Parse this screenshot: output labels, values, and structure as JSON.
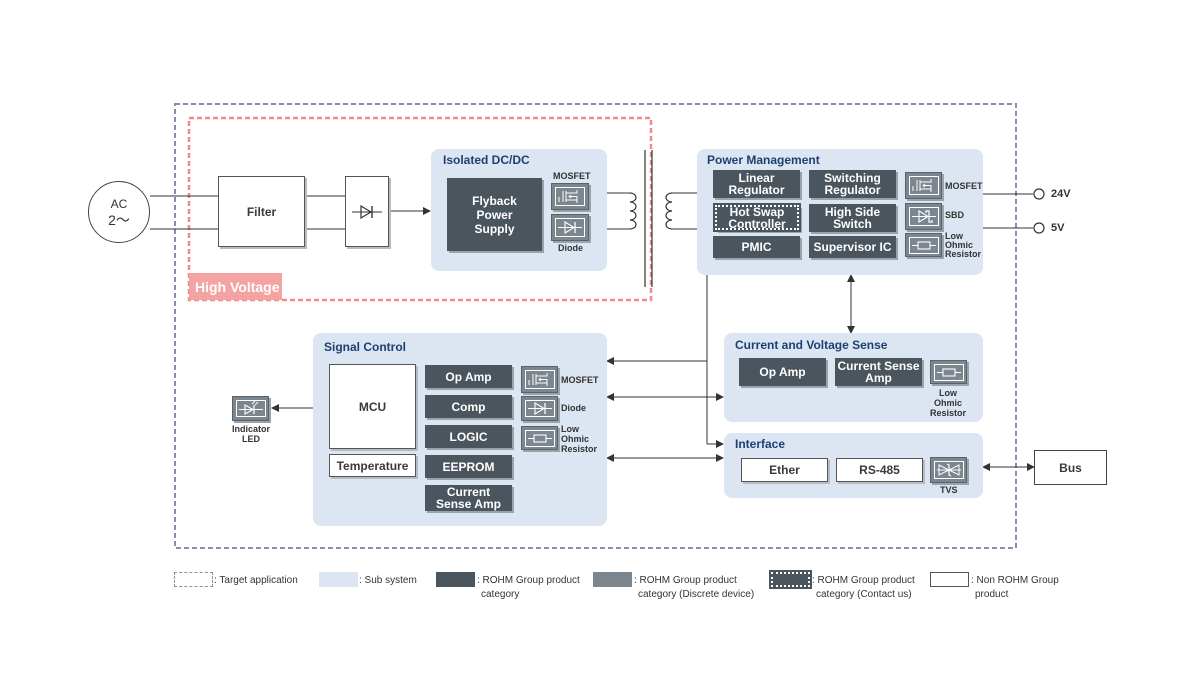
{
  "source": {
    "line1": "AC",
    "line2": "2～"
  },
  "filter": "Filter",
  "high_voltage": "High Voltage",
  "isolated": {
    "title": "Isolated DC/DC",
    "flyback": [
      "Flyback",
      "Power",
      "Supply"
    ],
    "mosfet": "MOSFET",
    "diode": "Diode"
  },
  "power_mgmt": {
    "title": "Power Management",
    "linear": [
      "Linear",
      "Regulator"
    ],
    "switching": [
      "Switching",
      "Regulator"
    ],
    "hot_swap": [
      "Hot Swap",
      "Controller"
    ],
    "high_side": [
      "High Side",
      "Switch"
    ],
    "pmic": "PMIC",
    "supervisor": "Supervisor IC",
    "mosfet": "MOSFET",
    "sbd": "SBD",
    "low_ohmic": [
      "Low",
      "Ohmic",
      "Resistor"
    ]
  },
  "outputs": {
    "v24": "24V",
    "v5": "5V"
  },
  "signal": {
    "title": "Signal Control",
    "mcu": "MCU",
    "temperature": "Temperature",
    "opamp": "Op Amp",
    "comp": "Comp",
    "logic": "LOGIC",
    "eeprom": "EEPROM",
    "csa": [
      "Current",
      "Sense Amp"
    ],
    "mosfet": "MOSFET",
    "diode": "Diode",
    "low_ohmic": [
      "Low",
      "Ohmic",
      "Resistor"
    ]
  },
  "led": [
    "Indicator",
    "LED"
  ],
  "cvs": {
    "title": "Current and Voltage Sense",
    "opamp": "Op Amp",
    "csa": [
      "Current Sense",
      "Amp"
    ],
    "low_ohmic": [
      "Low",
      "Ohmic",
      "Resistor"
    ]
  },
  "interface": {
    "title": "Interface",
    "ether": "Ether",
    "rs485": "RS-485",
    "tvs": "TVS"
  },
  "bus": "Bus",
  "legend": {
    "target": ": Target application",
    "subsystem": ": Sub system",
    "rohm": [
      ": ROHM Group product",
      "category"
    ],
    "discrete": [
      ": ROHM Group product",
      "category (Discrete device)"
    ],
    "contact": [
      ": ROHM Group product",
      "category (Contact us)"
    ],
    "non_rohm": [
      ": Non ROHM Group",
      "product"
    ]
  },
  "colors": {
    "subsystem": "#dce6f2",
    "rohm": "#4b555d",
    "discrete": "#7c868e",
    "title_blue": "#1f3f73",
    "high_voltage": "#f08c8c",
    "target_border": "#8f8aa8"
  }
}
